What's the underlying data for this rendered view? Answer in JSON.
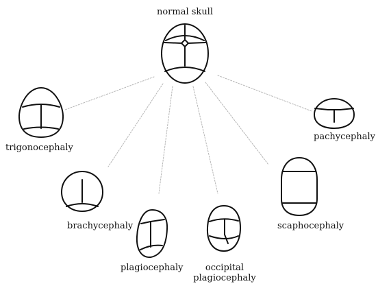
{
  "title": "normal skull",
  "labels": {
    "trigonocephaly": "trigonocephaly",
    "pachycephaly": "pachycephaly",
    "brachycephaly": "brachycephaly",
    "plagiocephaly": "plagiocephaly",
    "occipital_line1": "occipital",
    "occipital_line2": "plagiocephaly",
    "scaphocephaly": "scaphocephaly"
  },
  "colors": {
    "line": "#111111",
    "connector": "#b5b5b5",
    "background": "#ffffff"
  }
}
